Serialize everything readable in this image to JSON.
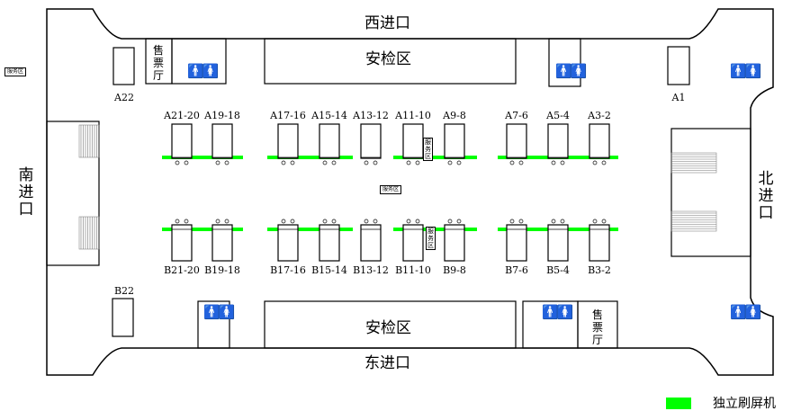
{
  "gates": {
    "west": "西进口",
    "east": "东进口",
    "south": "南进口",
    "north": "北进口"
  },
  "security": {
    "top": "安检区",
    "bottom": "安检区"
  },
  "ticket_office": {
    "top": "售票厅",
    "bottom": "售票厅"
  },
  "service": {
    "left": "服务区",
    "center": "服务区",
    "upper_box": "服务区",
    "lower_box": "服务区"
  },
  "restroom_icon": "restroom-icon",
  "gate_labels": {
    "a1": "A1",
    "a22": "A22",
    "b22": "B22",
    "top_row": [
      "A21-20",
      "A19-18",
      "A17-16",
      "A15-14",
      "A13-12",
      "A11-10",
      "A9-8",
      "A7-6",
      "A5-4",
      "A3-2"
    ],
    "bottom_row": [
      "B21-20",
      "B19-18",
      "B17-16",
      "B15-14",
      "B13-12",
      "B11-10",
      "B9-8",
      "B7-6",
      "B5-4",
      "B3-2"
    ]
  },
  "legend": {
    "label": "独立刷屏机",
    "color": "#00ff00"
  }
}
